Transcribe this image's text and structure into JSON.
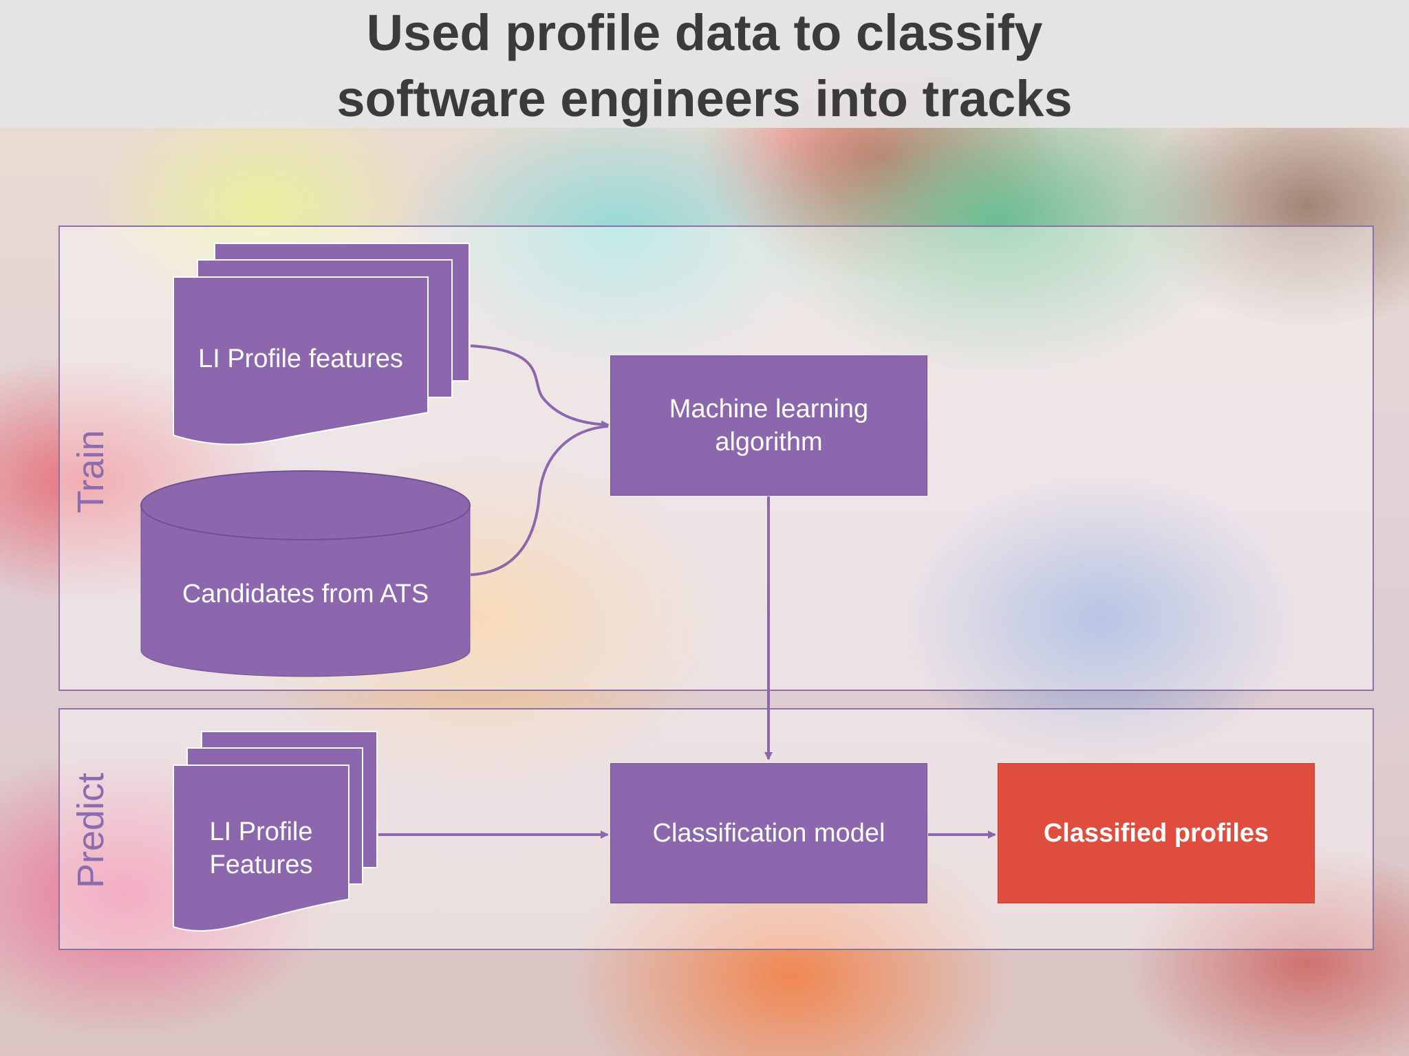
{
  "title": {
    "line1": "Used profile data to classify",
    "line2": "software  engineers into tracks"
  },
  "sections": {
    "train": "Train",
    "predict": "Predict"
  },
  "nodes": {
    "train_features": "LI Profile features",
    "candidates": "Candidates from ATS",
    "ml_algorithm_line1": "Machine learning",
    "ml_algorithm_line2": "algorithm",
    "predict_features_line1": "LI Profile",
    "predict_features_line2": "Features",
    "classification_model": "Classification model",
    "classified_profiles": "Classified profiles"
  },
  "colors": {
    "node_fill": "#8c67ad",
    "result_fill": "#df4d3e",
    "connector": "#8c67ad",
    "section_label": "#8c6cb1",
    "title_text": "#3b3b3b"
  }
}
